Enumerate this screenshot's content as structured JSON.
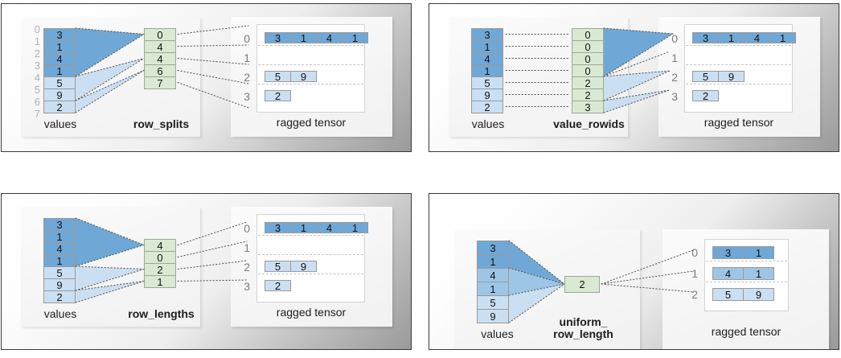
{
  "figure": {
    "title": "RaggedTensor row-partitioning encodings",
    "labels": {
      "values": "values",
      "ragged_tensor": "ragged tensor"
    },
    "colors": {
      "blue_dark": "#6fa8d6",
      "blue_mid": "#9dc6e6",
      "blue_light": "#cbdff2",
      "green": "#d9e9d2",
      "cell_border": "#9a9a9a",
      "bracket": "#111111",
      "row_index": "#7c7c7c",
      "value_index": "#b0b0b0",
      "panel_bg": "#f6f6f6",
      "card_border": "#3a3a3a"
    }
  },
  "panels": [
    {
      "id": "row_splits",
      "encoding_label": "row_splits",
      "values_label": "values",
      "ragged_label": "ragged tensor",
      "values": [
        3,
        1,
        4,
        1,
        5,
        9,
        2
      ],
      "value_shades": [
        "dark",
        "dark",
        "dark",
        "dark",
        "light",
        "light",
        "light"
      ],
      "value_indices": [
        "0",
        "1",
        "2",
        "3",
        "4",
        "5",
        "6",
        "7"
      ],
      "encoding_values": [
        "0",
        "4",
        "4",
        "6",
        "7"
      ],
      "ragged_rows": [
        {
          "index": "0",
          "cells": [
            3,
            1,
            4,
            1
          ],
          "shade": "dark"
        },
        {
          "index": "1",
          "cells": [],
          "shade": "dark"
        },
        {
          "index": "2",
          "cells": [
            5,
            9
          ],
          "shade": "light"
        },
        {
          "index": "3",
          "cells": [
            2
          ],
          "shade": "light"
        }
      ]
    },
    {
      "id": "value_rowids",
      "encoding_label": "value_rowids",
      "values_label": "values",
      "ragged_label": "ragged tensor",
      "values": [
        3,
        1,
        4,
        1,
        5,
        9,
        2
      ],
      "value_shades": [
        "dark",
        "dark",
        "dark",
        "dark",
        "light",
        "light",
        "light"
      ],
      "value_indices": [],
      "encoding_values": [
        "0",
        "0",
        "0",
        "0",
        "2",
        "2",
        "3"
      ],
      "ragged_rows": [
        {
          "index": "0",
          "cells": [
            3,
            1,
            4,
            1
          ],
          "shade": "dark"
        },
        {
          "index": "1",
          "cells": [],
          "shade": "dark"
        },
        {
          "index": "2",
          "cells": [
            5,
            9
          ],
          "shade": "light"
        },
        {
          "index": "3",
          "cells": [
            2
          ],
          "shade": "light"
        }
      ]
    },
    {
      "id": "row_lengths",
      "encoding_label": "row_lengths",
      "values_label": "values",
      "ragged_label": "ragged tensor",
      "values": [
        3,
        1,
        4,
        1,
        5,
        9,
        2
      ],
      "value_shades": [
        "dark",
        "dark",
        "dark",
        "dark",
        "light",
        "light",
        "light"
      ],
      "value_indices": [],
      "encoding_values": [
        "4",
        "0",
        "2",
        "1"
      ],
      "ragged_rows": [
        {
          "index": "0",
          "cells": [
            3,
            1,
            4,
            1
          ],
          "shade": "dark"
        },
        {
          "index": "1",
          "cells": [],
          "shade": "dark"
        },
        {
          "index": "2",
          "cells": [
            5,
            9
          ],
          "shade": "light"
        },
        {
          "index": "3",
          "cells": [
            2
          ],
          "shade": "light"
        }
      ]
    },
    {
      "id": "uniform_row_length",
      "encoding_label": "uniform_\nrow_length",
      "values_label": "values",
      "ragged_label": "ragged tensor",
      "values": [
        3,
        1,
        4,
        1,
        5,
        9
      ],
      "value_shades": [
        "dark",
        "dark",
        "mid",
        "mid",
        "light",
        "light"
      ],
      "value_indices": [],
      "encoding_values": [
        "2"
      ],
      "ragged_rows": [
        {
          "index": "0",
          "cells": [
            3,
            1
          ],
          "shade": "dark"
        },
        {
          "index": "1",
          "cells": [
            4,
            1
          ],
          "shade": "mid"
        },
        {
          "index": "2",
          "cells": [
            5,
            9
          ],
          "shade": "light"
        }
      ]
    }
  ],
  "chart_data": {
    "type": "diagram",
    "title": "RaggedTensor row-partitioning tensor encodings",
    "subplots": [
      {
        "name": "row_splits",
        "values": [
          3,
          1,
          4,
          1,
          5,
          9,
          2
        ],
        "encoding": [
          0,
          4,
          4,
          6,
          7
        ],
        "rows": [
          [
            3,
            1,
            4,
            1
          ],
          [],
          [
            5,
            9
          ],
          [
            2
          ]
        ]
      },
      {
        "name": "value_rowids",
        "values": [
          3,
          1,
          4,
          1,
          5,
          9,
          2
        ],
        "encoding": [
          0,
          0,
          0,
          0,
          2,
          2,
          3
        ],
        "rows": [
          [
            3,
            1,
            4,
            1
          ],
          [],
          [
            5,
            9
          ],
          [
            2
          ]
        ]
      },
      {
        "name": "row_lengths",
        "values": [
          3,
          1,
          4,
          1,
          5,
          9,
          2
        ],
        "encoding": [
          4,
          0,
          2,
          1
        ],
        "rows": [
          [
            3,
            1,
            4,
            1
          ],
          [],
          [
            5,
            9
          ],
          [
            2
          ]
        ]
      },
      {
        "name": "uniform_row_length",
        "values": [
          3,
          1,
          4,
          1,
          5,
          9
        ],
        "encoding": [
          2
        ],
        "rows": [
          [
            3,
            1
          ],
          [
            4,
            1
          ],
          [
            5,
            9
          ]
        ]
      }
    ]
  }
}
